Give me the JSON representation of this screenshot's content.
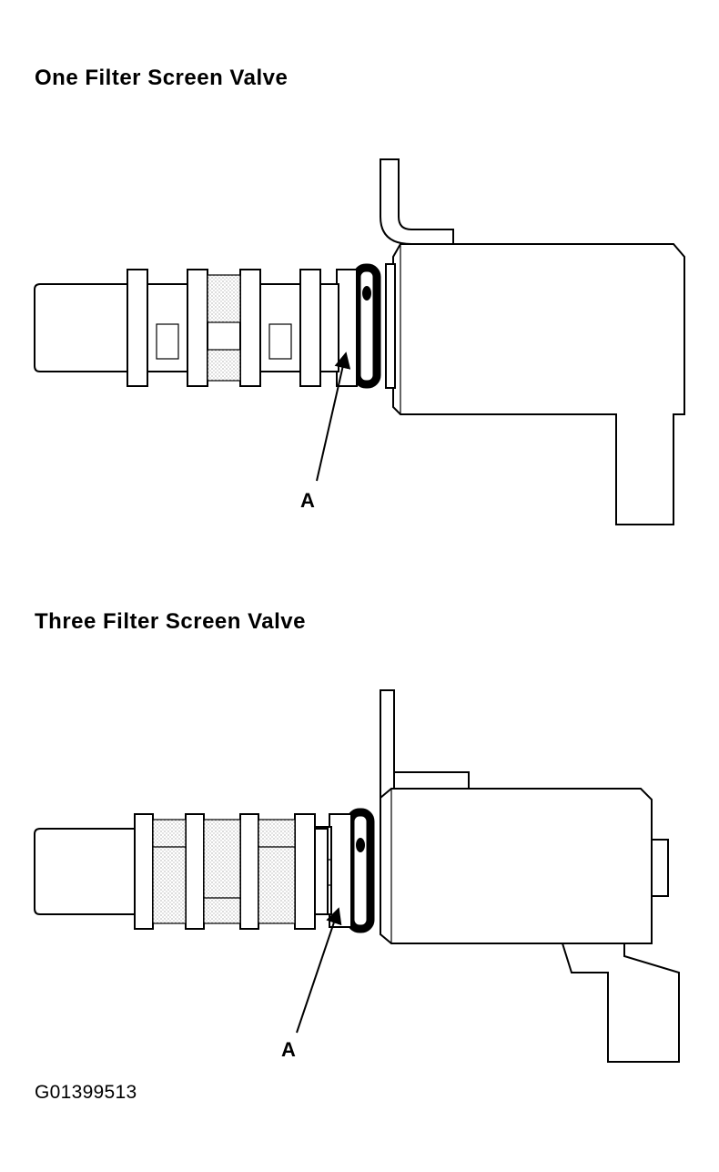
{
  "diagram": {
    "one_filter": {
      "title": "One Filter Screen Valve",
      "callout": "A"
    },
    "three_filter": {
      "title": "Three Filter Screen Valve",
      "callout": "A"
    },
    "figure_id": "G01399513"
  }
}
